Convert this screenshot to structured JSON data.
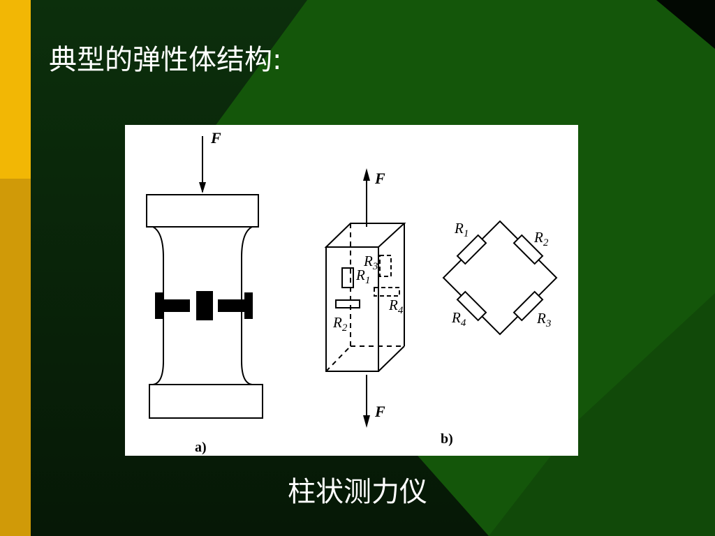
{
  "slide": {
    "title": "典型的弹性体结构:",
    "caption": "柱状测力仪"
  },
  "colors": {
    "left_bar_top": "#F2B705",
    "left_bar_bottom": "#D09A08",
    "background_dark": "#0A2A0A",
    "green_shape": "#14560A",
    "figure_background": "#FFFFFF",
    "drawing_ink": "#000000"
  },
  "figure": {
    "part_a": {
      "force_label": "F",
      "sub_label": "a)"
    },
    "part_b": {
      "force_top_label": "F",
      "force_bottom_label": "F",
      "sub_label": "b)",
      "gauges": {
        "r1": {
          "letter": "R",
          "sub": "1"
        },
        "r2": {
          "letter": "R",
          "sub": "2"
        },
        "r3": {
          "letter": "R",
          "sub": "3"
        },
        "r4": {
          "letter": "R",
          "sub": "4"
        }
      },
      "bridge": {
        "r1": {
          "letter": "R",
          "sub": "1"
        },
        "r2": {
          "letter": "R",
          "sub": "2"
        },
        "r3": {
          "letter": "R",
          "sub": "3"
        },
        "r4": {
          "letter": "R",
          "sub": "4"
        }
      }
    }
  }
}
